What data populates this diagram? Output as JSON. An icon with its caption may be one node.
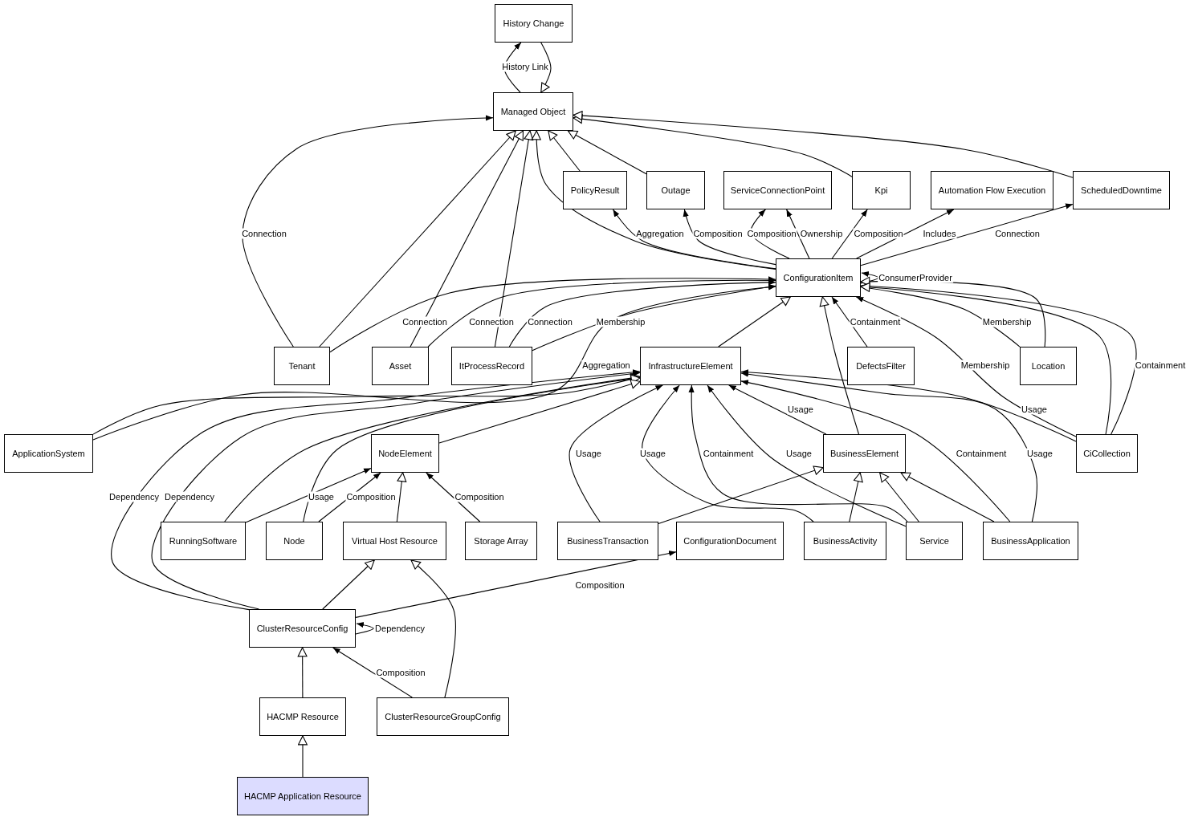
{
  "diagram": {
    "nodes": [
      {
        "text": [
          "History Change"
        ]
      },
      {
        "text": [
          "Managed Object"
        ]
      },
      {
        "text": [
          "PolicyResult"
        ]
      },
      {
        "text": [
          "Outage"
        ]
      },
      {
        "text": [
          "ServiceConnectionPoint"
        ]
      },
      {
        "text": [
          "Kpi"
        ]
      },
      {
        "text": [
          "Automation Flow Execution"
        ]
      },
      {
        "text": [
          "ScheduledDowntime"
        ]
      },
      {
        "text": [
          "ConfigurationItem"
        ]
      },
      {
        "text": [
          "Tenant"
        ]
      },
      {
        "text": [
          "Asset"
        ]
      },
      {
        "text": [
          "ItProcessRecord"
        ]
      },
      {
        "text": [
          "InfrastructureElement"
        ]
      },
      {
        "text": [
          "DefectsFilter"
        ]
      },
      {
        "text": [
          "Location"
        ]
      },
      {
        "text": [
          "ApplicationSystem"
        ]
      },
      {
        "text": [
          "NodeElement"
        ]
      },
      {
        "text": [
          "BusinessElement"
        ]
      },
      {
        "text": [
          "CiCollection"
        ]
      },
      {
        "text": [
          "RunningSoftware"
        ]
      },
      {
        "text": [
          "Node"
        ]
      },
      {
        "text": [
          "Virtual Host Resource"
        ]
      },
      {
        "text": [
          "Storage Array"
        ]
      },
      {
        "text": [
          "BusinessTransaction"
        ]
      },
      {
        "text": [
          "ConfigurationDocument"
        ]
      },
      {
        "text": [
          "BusinessActivity"
        ]
      },
      {
        "text": [
          "Service"
        ]
      },
      {
        "text": [
          "BusinessApplication"
        ]
      },
      {
        "text": [
          "ClusterResourceConfig"
        ]
      },
      {
        "text": [
          "HACMP Resource"
        ]
      },
      {
        "text": [
          "ClusterResourceGroupConfig"
        ]
      },
      {
        "text": [
          "HACMP Application Resource"
        ]
      }
    ],
    "edges": [
      {
        "from": 1,
        "to": 0,
        "arrow": "to",
        "label": "History Link"
      },
      {
        "from": 0,
        "to": 1,
        "arrow": "to"
      },
      {
        "from": 9,
        "to": 1,
        "arrow": "to",
        "label": "Connection"
      },
      {
        "from": 9,
        "to": 1,
        "arrow": "to"
      },
      {
        "from": 10,
        "to": 1,
        "arrow": "to"
      },
      {
        "from": 11,
        "to": 1,
        "arrow": "to"
      },
      {
        "from": 8,
        "to": 1,
        "arrow": "to"
      },
      {
        "from": 2,
        "to": 1,
        "arrow": "to"
      },
      {
        "from": 3,
        "to": 1,
        "arrow": "to"
      },
      {
        "from": 5,
        "to": 1,
        "arrow": "to"
      },
      {
        "from": 7,
        "to": 1,
        "arrow": "to"
      },
      {
        "from": 8,
        "to": 2,
        "arrow": "to",
        "label": "Aggregation"
      },
      {
        "from": 8,
        "to": 3,
        "arrow": "to",
        "label": "Composition"
      },
      {
        "from": 8,
        "to": 4,
        "arrow": "to",
        "label": "Composition"
      },
      {
        "from": 8,
        "to": 4,
        "arrow": "to",
        "label": "Ownership"
      },
      {
        "from": 8,
        "to": 5,
        "arrow": "to",
        "label": "Composition"
      },
      {
        "from": 8,
        "to": 6,
        "arrow": "to",
        "label": "Includes"
      },
      {
        "from": 8,
        "to": 7,
        "arrow": "to",
        "label": "Connection"
      },
      {
        "from": 8,
        "to": 8,
        "arrow": "to",
        "label": "ConsumerProvider"
      },
      {
        "from": 9,
        "to": 8,
        "arrow": "to",
        "label": "Connection"
      },
      {
        "from": 10,
        "to": 8,
        "arrow": "to",
        "label": "Connection"
      },
      {
        "from": 11,
        "to": 8,
        "arrow": "to",
        "label": "Connection"
      },
      {
        "from": 11,
        "to": 8,
        "arrow": "to",
        "label": "Membership"
      },
      {
        "from": 12,
        "to": 8,
        "arrow": "to"
      },
      {
        "from": 15,
        "to": 8,
        "arrow": "to",
        "label": "Aggregation"
      },
      {
        "from": 17,
        "to": 8,
        "arrow": "to"
      },
      {
        "from": 13,
        "to": 8,
        "arrow": "to",
        "label": "Containment"
      },
      {
        "from": 14,
        "to": 8,
        "arrow": "to",
        "label": "Membership"
      },
      {
        "from": 14,
        "to": 8,
        "arrow": "to"
      },
      {
        "from": 18,
        "to": 8,
        "arrow": "to",
        "label": "Membership"
      },
      {
        "from": 18,
        "to": 8,
        "arrow": "to",
        "label": "Containment"
      },
      {
        "from": 18,
        "to": 8,
        "arrow": "to"
      },
      {
        "from": 18,
        "to": 12,
        "arrow": "to",
        "label": "Usage"
      },
      {
        "from": 15,
        "to": 12,
        "arrow": "to"
      },
      {
        "from": 28,
        "to": 12,
        "arrow": "to",
        "label": "Dependency"
      },
      {
        "from": 28,
        "to": 12,
        "arrow": "to",
        "label": "Dependency"
      },
      {
        "from": 19,
        "to": 12,
        "arrow": "to"
      },
      {
        "from": 20,
        "to": 12,
        "arrow": "to"
      },
      {
        "from": 16,
        "to": 12,
        "arrow": "to"
      },
      {
        "from": 19,
        "to": 16,
        "arrow": "to",
        "label": "Usage"
      },
      {
        "from": 20,
        "to": 16,
        "arrow": "to",
        "label": "Composition"
      },
      {
        "from": 21,
        "to": 16,
        "arrow": "to"
      },
      {
        "from": 22,
        "to": 16,
        "arrow": "to",
        "label": "Composition"
      },
      {
        "from": 23,
        "to": 12,
        "arrow": "to",
        "label": "Usage"
      },
      {
        "from": 25,
        "to": 12,
        "arrow": "to",
        "label": "Usage"
      },
      {
        "from": 26,
        "to": 12,
        "arrow": "to",
        "label": "Containment"
      },
      {
        "from": 26,
        "to": 12,
        "arrow": "to",
        "label": "Usage"
      },
      {
        "from": 17,
        "to": 12,
        "arrow": "to",
        "label": "Usage"
      },
      {
        "from": 27,
        "to": 12,
        "arrow": "to",
        "label": "Containment"
      },
      {
        "from": 27,
        "to": 12,
        "arrow": "to",
        "label": "Usage"
      },
      {
        "from": 23,
        "to": 17,
        "arrow": "to"
      },
      {
        "from": 25,
        "to": 17,
        "arrow": "to"
      },
      {
        "from": 26,
        "to": 17,
        "arrow": "to"
      },
      {
        "from": 27,
        "to": 17,
        "arrow": "to"
      },
      {
        "from": 28,
        "to": 21,
        "arrow": "to"
      },
      {
        "from": 30,
        "to": 21,
        "arrow": "to"
      },
      {
        "from": 28,
        "to": 24,
        "arrow": "to",
        "label": "Composition"
      },
      {
        "from": 28,
        "to": 28,
        "arrow": "to",
        "label": "Dependency"
      },
      {
        "from": 30,
        "to": 28,
        "arrow": "to",
        "label": "Composition"
      },
      {
        "from": 29,
        "to": 28,
        "arrow": "to"
      },
      {
        "from": 31,
        "to": 29,
        "arrow": "to"
      }
    ]
  }
}
